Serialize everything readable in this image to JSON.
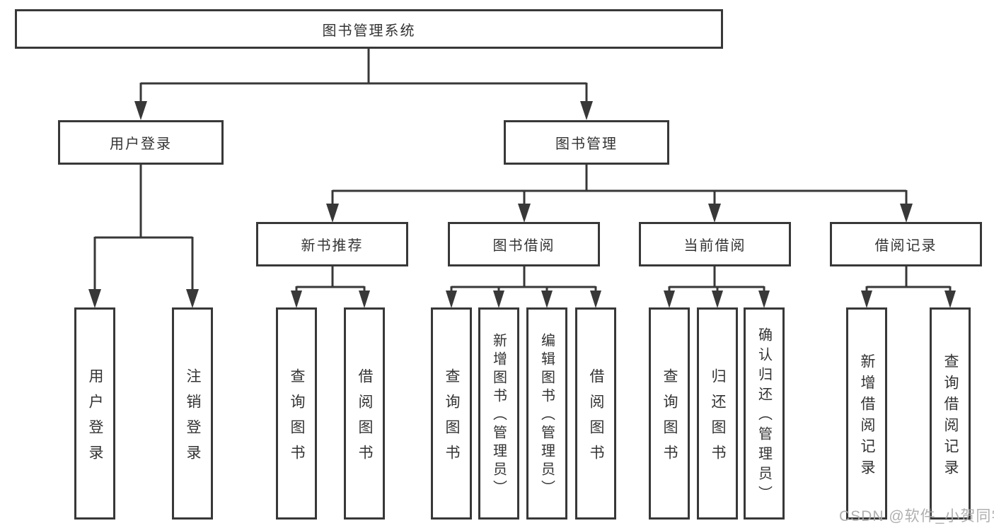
{
  "tree": {
    "root": "图书管理系统",
    "branches": [
      {
        "label": "用户登录",
        "children": [
          "用户登录",
          "注销登录"
        ]
      },
      {
        "label": "图书管理",
        "groups": [
          {
            "label": "新书推荐",
            "children": [
              "查询图书",
              "借阅图书"
            ]
          },
          {
            "label": "图书借阅",
            "children": [
              "查询图书",
              "新增图书（管理员）",
              "编辑图书（管理员）",
              "借阅图书"
            ]
          },
          {
            "label": "当前借阅",
            "children": [
              "查询图书",
              "归还图书",
              "确认归还（管理员）"
            ]
          },
          {
            "label": "借阅记录",
            "children": [
              "新增借阅记录",
              "查询借阅记录"
            ]
          }
        ]
      }
    ]
  },
  "watermark": {
    "text": "CSDN @软件_小贺同学"
  },
  "colors": {
    "line": "#383838",
    "text": "#333333",
    "box_background": "#ffffff",
    "watermark": "#a8a8a8"
  }
}
